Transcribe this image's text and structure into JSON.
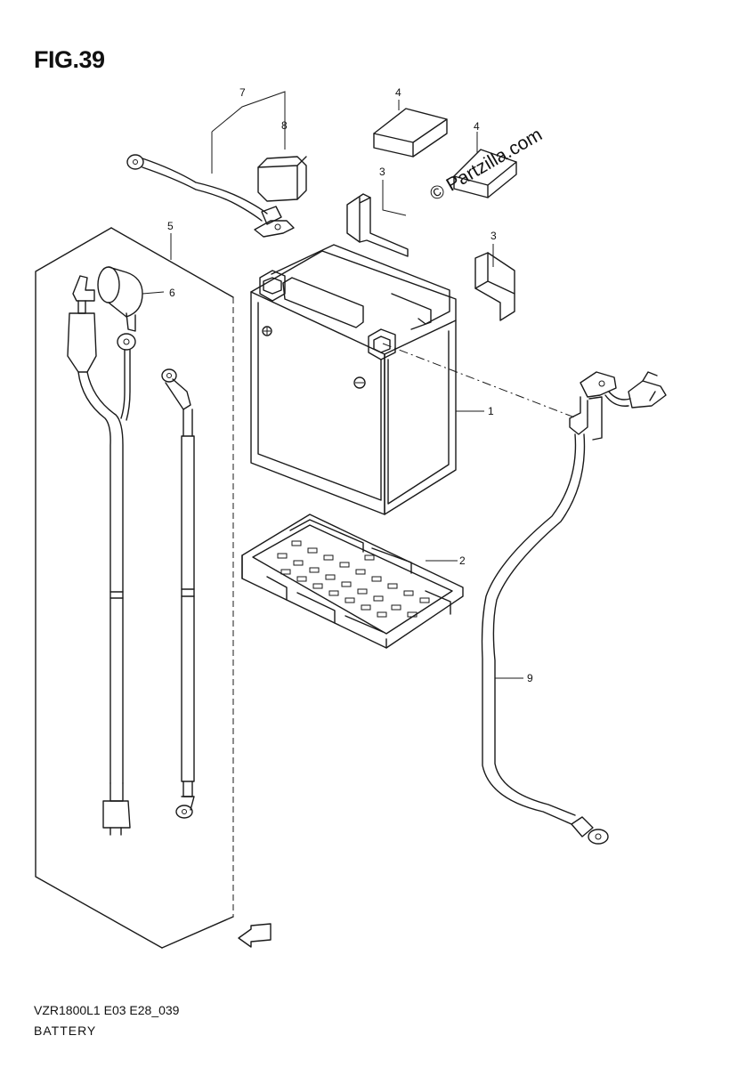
{
  "figure": {
    "title": "FIG.39",
    "model_code": "VZR1800L1 E03 E28_039",
    "subtitle": "BATTERY"
  },
  "watermark": "© Partzilla.com",
  "direction_marker": "FWD",
  "callouts": [
    {
      "id": "c1",
      "label": "1"
    },
    {
      "id": "c2",
      "label": "2"
    },
    {
      "id": "c3a",
      "label": "3"
    },
    {
      "id": "c3b",
      "label": "3"
    },
    {
      "id": "c4a",
      "label": "4"
    },
    {
      "id": "c4b",
      "label": "4"
    },
    {
      "id": "c5",
      "label": "5"
    },
    {
      "id": "c6",
      "label": "6"
    },
    {
      "id": "c7",
      "label": "7"
    },
    {
      "id": "c8",
      "label": "8"
    },
    {
      "id": "c9",
      "label": "9"
    }
  ]
}
